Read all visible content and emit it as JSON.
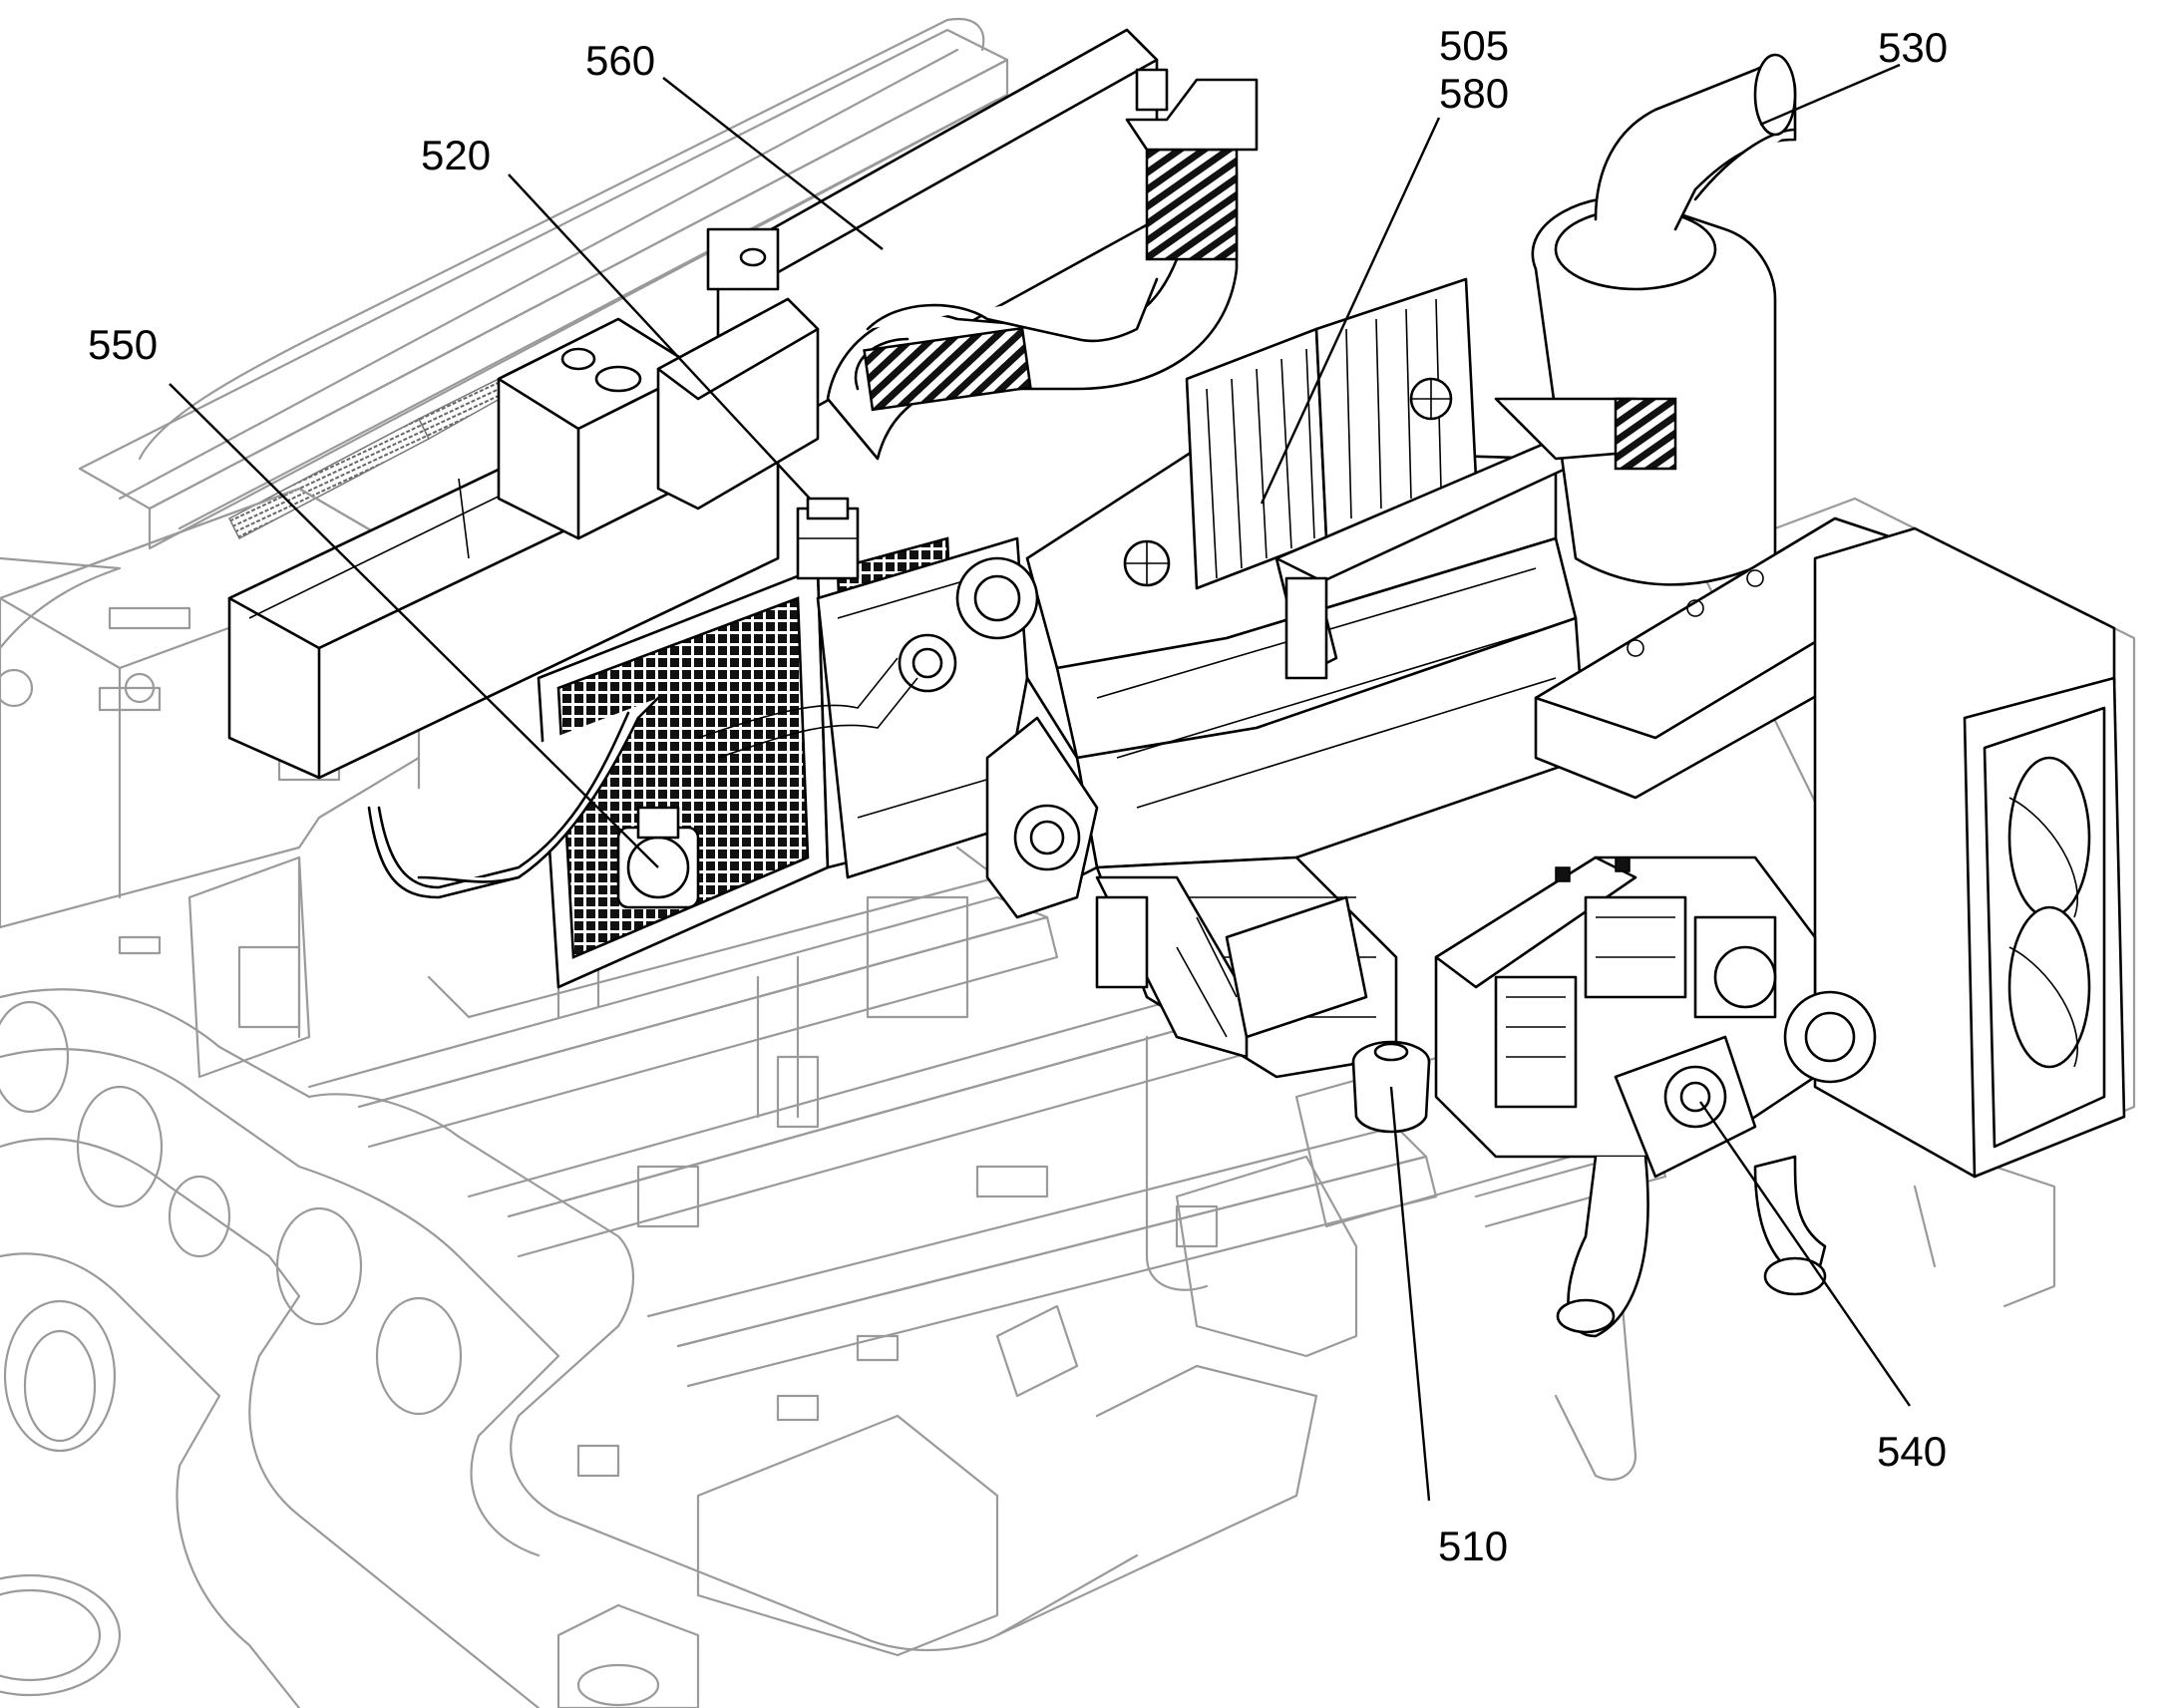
{
  "labels": {
    "l560": "560",
    "l520": "520",
    "l550": "550",
    "l505": "505",
    "l580": "580",
    "l530": "530",
    "l540": "540",
    "l510": "510"
  },
  "colors": {
    "line": "#000000",
    "frame_line": "#9a9a9a",
    "background": "#ffffff"
  }
}
